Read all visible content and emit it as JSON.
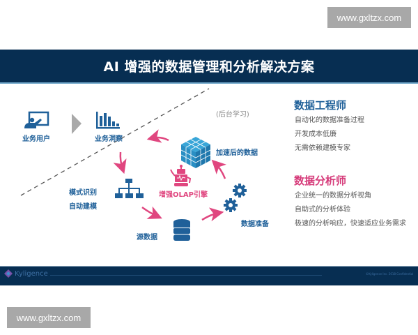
{
  "watermarks": {
    "top_right": "www.gxltzx.com",
    "bottom_left": "www.gxltzx.com"
  },
  "title": "AI 增强的数据管理和分析解决方案",
  "diagram": {
    "business_user": {
      "label": "业务用户",
      "icon": "presentation-user-icon"
    },
    "business_insight": {
      "label": "业务洞察",
      "icon": "bar-chart-icon"
    },
    "background_learning": "(后台学习)",
    "accelerated_data": {
      "label": "加速后的数据",
      "icon": "cube-icon"
    },
    "olap_engine": {
      "label": "增强OLAP引擎",
      "icon": "robot-icon"
    },
    "pattern_recognition": {
      "line1": "模式识别",
      "line2": "自动建模",
      "icon": "hierarchy-icon"
    },
    "source_data": {
      "label": "源数据",
      "icon": "database-icon"
    },
    "data_prep": {
      "label": "数据准备",
      "icon": "gears-icon"
    }
  },
  "data_engineer": {
    "heading": "数据工程师",
    "points": [
      "自动化的数据准备过程",
      "开发成本低廉",
      "无需依赖建模专家"
    ]
  },
  "data_analyst": {
    "heading": "数据分析师",
    "points": [
      "企业统一的数据分析视角",
      "自助式的分析体验",
      "极速的分析响应，快速适应业务需求"
    ]
  },
  "footer": {
    "logo": "Kyligence",
    "copyright": "©Kyligence Inc. 2018 Confidential"
  },
  "colors": {
    "navy": "#072e52",
    "blue": "#1f6099",
    "cyan": "#2a8fc4",
    "pink": "#e0467f"
  }
}
